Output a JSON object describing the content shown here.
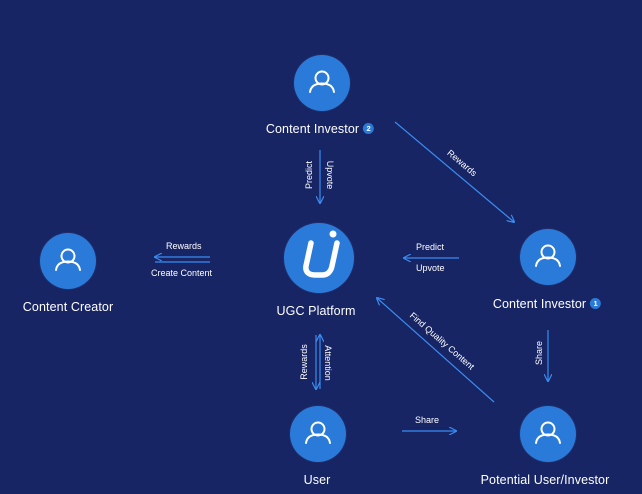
{
  "nodes": {
    "investor_top": {
      "label": "Content Investor",
      "badge": "2"
    },
    "investor_right": {
      "label": "Content Investor",
      "badge": "1"
    },
    "creator": {
      "label": "Content Creator"
    },
    "platform": {
      "label": "UGC Platform",
      "logo_text": "U"
    },
    "user": {
      "label": "User"
    },
    "potential": {
      "label": "Potential User/Investor"
    }
  },
  "edges": {
    "top_predict": "Predict",
    "top_upvote": "Upvote",
    "top_rewards": "Rewards",
    "creator_rewards": "Rewards",
    "creator_create": "Create Content",
    "right_predict": "Predict",
    "right_upvote": "Upvote",
    "right_share": "Share",
    "find_quality": "Find Quality Content",
    "user_rewards": "Rewards",
    "user_attention": "Attention",
    "user_share": "Share"
  },
  "colors": {
    "background": "#172565",
    "node": "#2a7bd9",
    "arrow": "#3b8cf0"
  },
  "icons": {
    "person": "user-icon",
    "logo": "platform-logo-icon"
  }
}
